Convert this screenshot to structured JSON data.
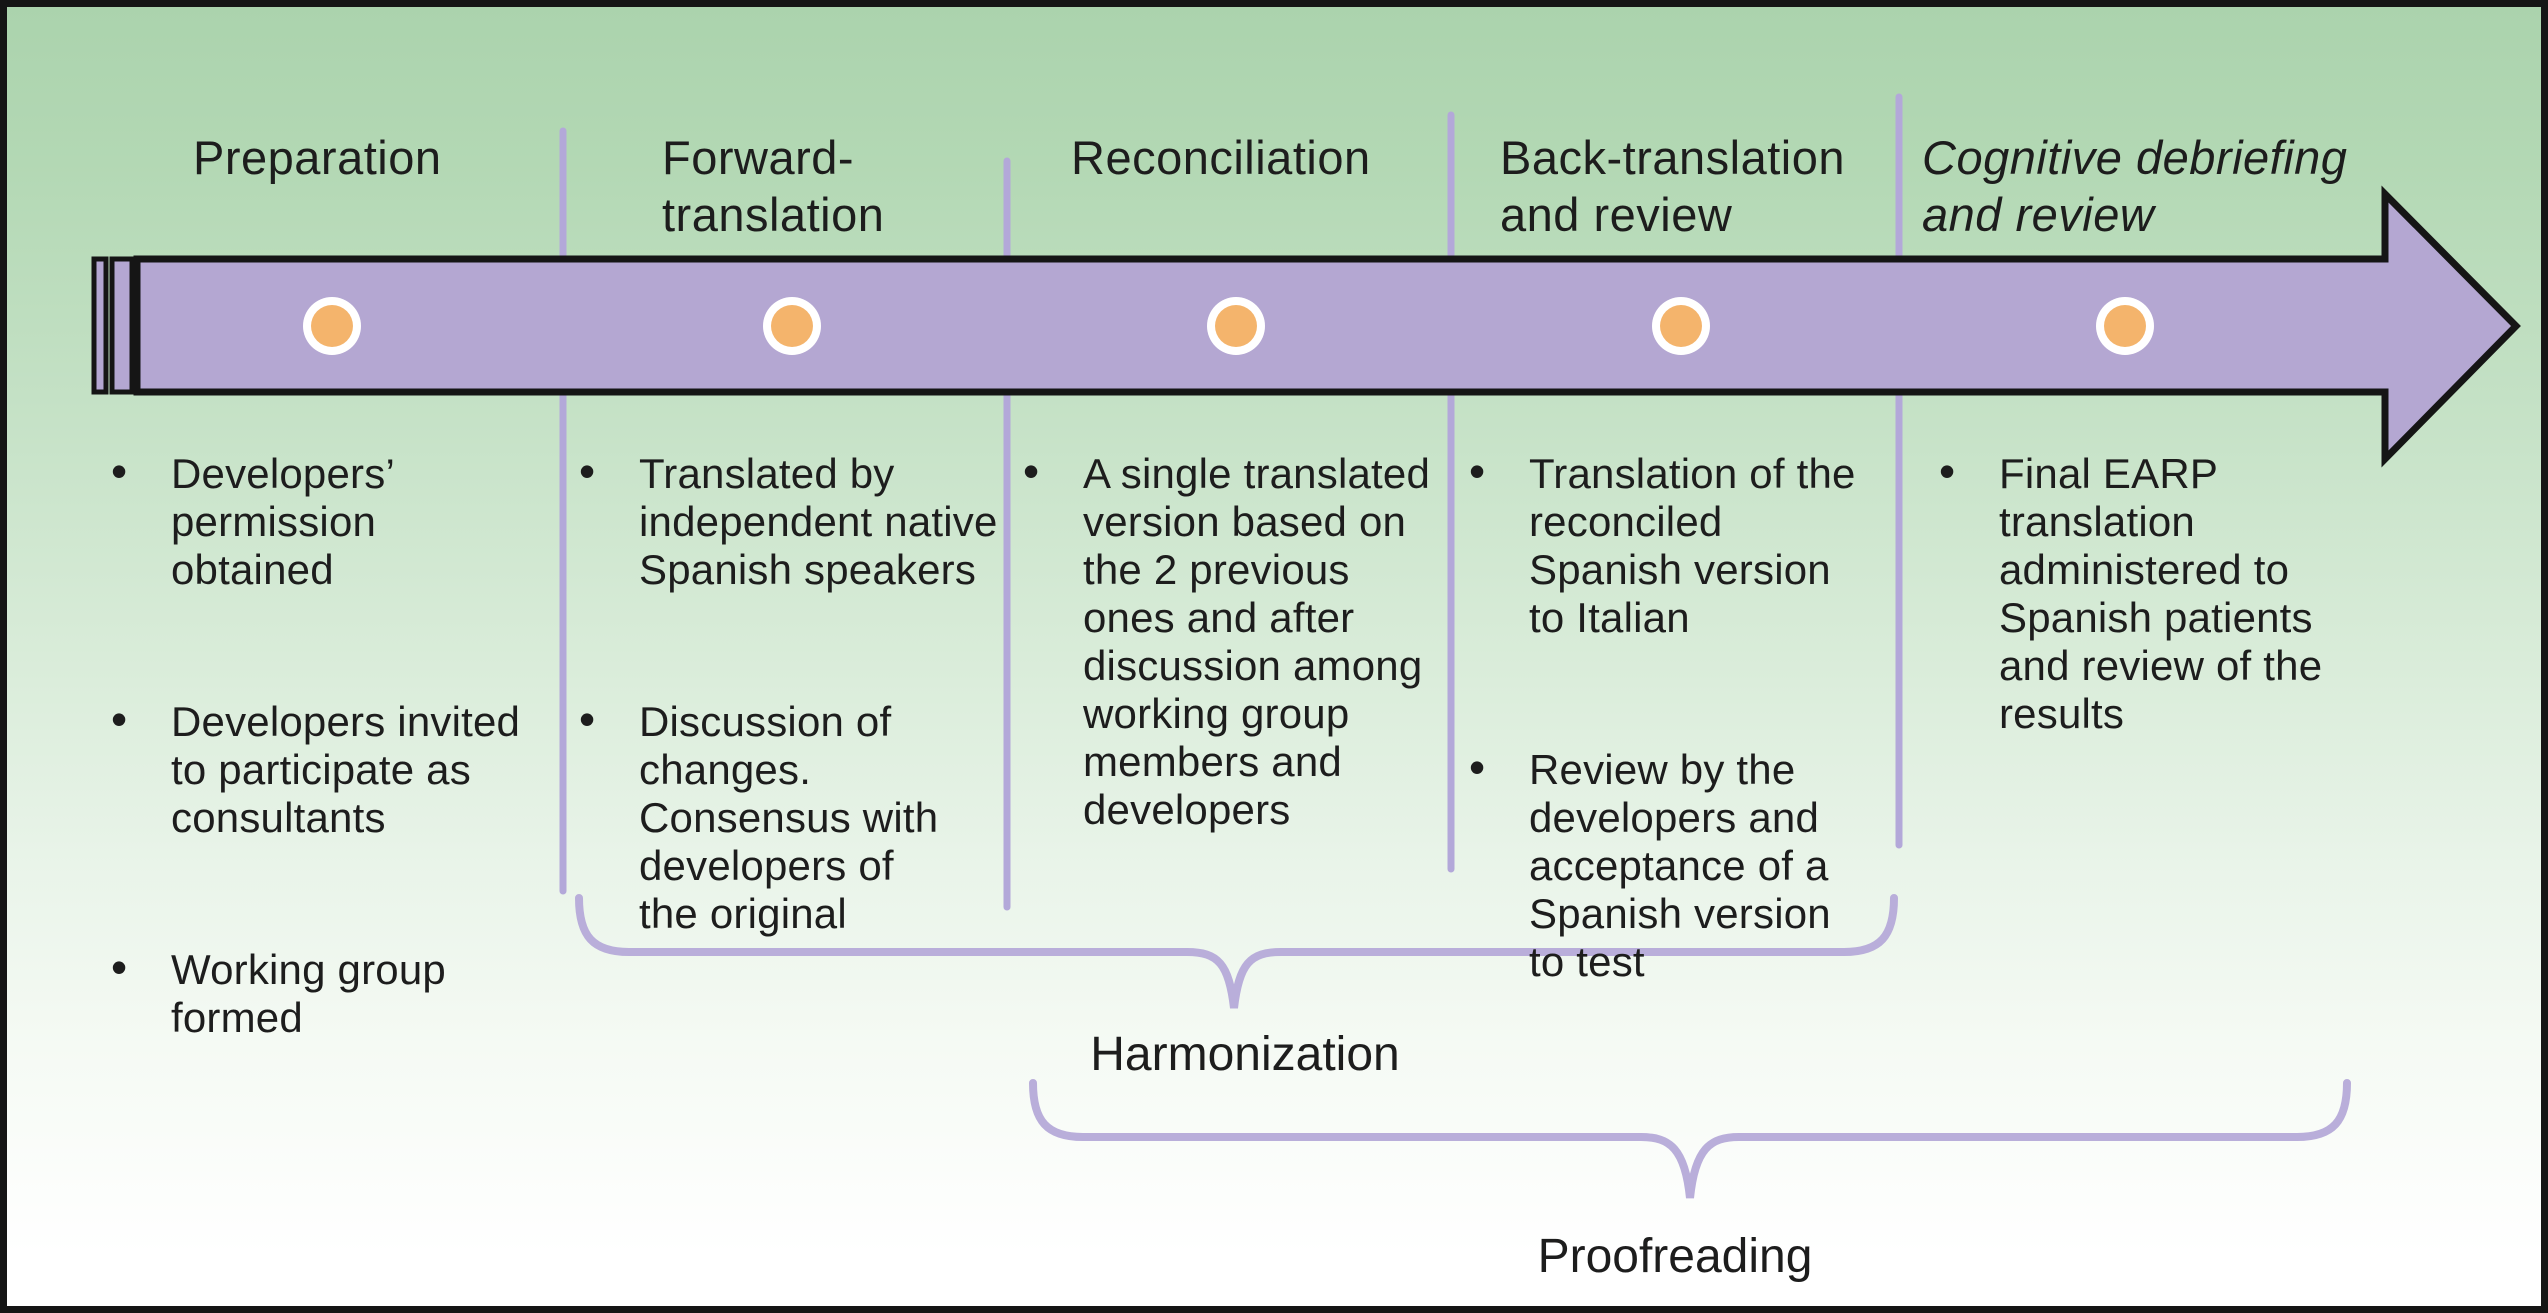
{
  "stages": [
    {
      "title": "Preparation",
      "bullets": [
        "Developers’\npermission\nobtained",
        "Developers invited\nto participate as\nconsultants",
        "Working group\nformed"
      ]
    },
    {
      "title": "Forward-\ntranslation",
      "bullets": [
        "Translated by\nindependent native\nSpanish speakers",
        "Discussion of\nchanges.\nConsensus with\ndevelopers of\nthe original"
      ]
    },
    {
      "title": "Reconciliation",
      "bullets": [
        "A single translated\nversion based on\nthe 2 previous\nones and after\ndiscussion among\nworking group\nmembers and\ndevelopers"
      ]
    },
    {
      "title": "Back-translation\nand review",
      "bullets": [
        "Translation of the\nreconciled\nSpanish version\nto Italian",
        "Review by the\ndevelopers and\nacceptance of a\nSpanish version\nto test"
      ]
    },
    {
      "title": "Cognitive debriefing\nand review",
      "bullets": [
        "Final EARP\ntranslation\nadministered to\nSpanish patients\nand review of the\nresults"
      ]
    }
  ],
  "bullet_glyph": "•",
  "braces": [
    {
      "label": "Harmonization"
    },
    {
      "label": "Proofreading"
    }
  ],
  "timeline": {
    "marker_count": 5
  },
  "colors": {
    "background_top": "#abd3ad",
    "background_bottom": "#ffffff",
    "arrow_fill": "#b4a7d2",
    "arrow_outline": "#151515",
    "divider": "#b3a8d9",
    "brace": "#b9aeda",
    "dot_fill": "#f4b46c",
    "dot_ring": "#ffffff",
    "text": "#1d1d1d"
  }
}
